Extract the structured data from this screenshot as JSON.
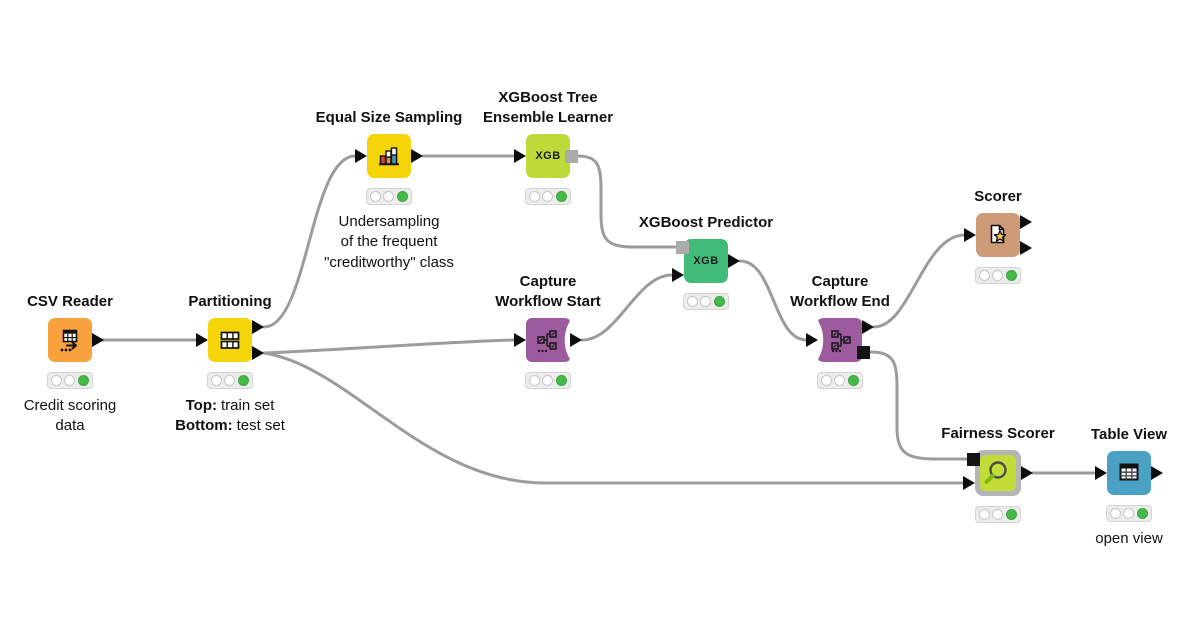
{
  "workflow": {
    "status_note": "all nodes executed (green state)",
    "colors": {
      "source_orange": "#f9a13d",
      "manipulator_yellow": "#f5d409",
      "learner_lime": "#bcdb39",
      "predictor_green": "#41bc78",
      "capture_purple": "#9c5b9c",
      "scorer_tan": "#ce9b78",
      "component_gray": "#b5b5b5",
      "fairness_lime": "#c3dc37",
      "view_blue": "#4ba1c4",
      "wire_gray": "#9c9c9c",
      "traffic_green": "#46ba49"
    }
  },
  "nodes": {
    "csv_reader": {
      "label": "CSV Reader",
      "annotation": [
        "Credit scoring",
        "data"
      ]
    },
    "partitioning": {
      "label": "Partitioning",
      "annotation_rows": [
        {
          "bold": "Top:",
          "text": "train set"
        },
        {
          "bold": "Bottom:",
          "text": "test set"
        }
      ]
    },
    "equal_size_sampling": {
      "label": "Equal Size Sampling",
      "annotation": [
        "Undersampling",
        "of the frequent",
        "\"creditworthy\" class"
      ]
    },
    "xgboost_learner": {
      "label": [
        "XGBoost Tree",
        "Ensemble Learner"
      ],
      "icon_text": "XGB"
    },
    "capture_start": {
      "label": [
        "Capture",
        "Workflow Start"
      ]
    },
    "xgboost_predictor": {
      "label": "XGBoost Predictor",
      "icon_text": "XGB"
    },
    "capture_end": {
      "label": [
        "Capture",
        "Workflow End"
      ]
    },
    "scorer": {
      "label": "Scorer"
    },
    "fairness_scorer": {
      "label": "Fairness Scorer"
    },
    "table_view": {
      "label": "Table View",
      "annotation": [
        "open view"
      ]
    }
  },
  "connections": [
    {
      "from": "CSV Reader",
      "to": "Partitioning"
    },
    {
      "from": "Partitioning (top: train set)",
      "to": "Equal Size Sampling"
    },
    {
      "from": "Partitioning (bottom: test set)",
      "to": "Capture Workflow Start"
    },
    {
      "from": "Partitioning (bottom: test set)",
      "to": "Fairness Scorer (data)"
    },
    {
      "from": "Equal Size Sampling",
      "to": "XGBoost Tree Ensemble Learner"
    },
    {
      "from": "XGBoost Tree Ensemble Learner (model)",
      "to": "XGBoost Predictor (model)"
    },
    {
      "from": "Capture Workflow Start",
      "to": "XGBoost Predictor (data)"
    },
    {
      "from": "XGBoost Predictor",
      "to": "Capture Workflow End"
    },
    {
      "from": "Capture Workflow End (data)",
      "to": "Scorer"
    },
    {
      "from": "Capture Workflow End (workflow)",
      "to": "Fairness Scorer (workflow)"
    },
    {
      "from": "Fairness Scorer",
      "to": "Table View"
    }
  ]
}
